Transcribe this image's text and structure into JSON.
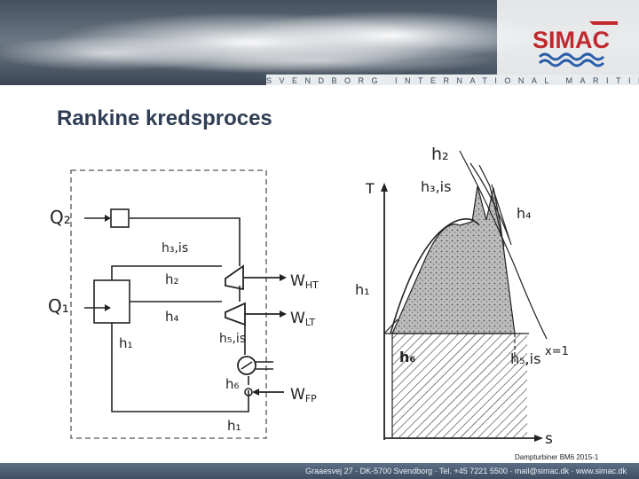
{
  "header": {
    "tagline": "SVENDBORG INTERNATIONAL MARITIME ACADEMY",
    "logo_text": "SIMAC",
    "brand_red": "#c0282d",
    "brand_blue": "#2a5ea8"
  },
  "slide": {
    "title": "Rankine kredsproces",
    "footnote": "Dampturbiner BM6 2015-1"
  },
  "schematic": {
    "q2": "Q₂",
    "q1": "Q₁",
    "h3is": "h₃,is",
    "h2": "h₂",
    "h4": "h₄",
    "h1a": "h₁",
    "h5is": "h₅,is",
    "h6": "h₆",
    "h1b": "h₁",
    "w_ht": "W",
    "w_ht_sub": "HT",
    "w_lt": "W",
    "w_lt_sub": "LT",
    "w_fp": "W",
    "w_fp_sub": "FP"
  },
  "ts_diagram": {
    "t_axis": "T",
    "s_axis": "s",
    "h2": "h₂",
    "h3is": "h₃,is",
    "h4": "h₄",
    "h1": "h₁",
    "h6": "h₆",
    "h5is": "h₅,is",
    "x1": "x=1"
  },
  "footer": {
    "address": "Graaesvej 27 · DK-5700 Svendborg · Tel. +45 7221 5500 · mail@simac.dk · www.simac.dk"
  }
}
